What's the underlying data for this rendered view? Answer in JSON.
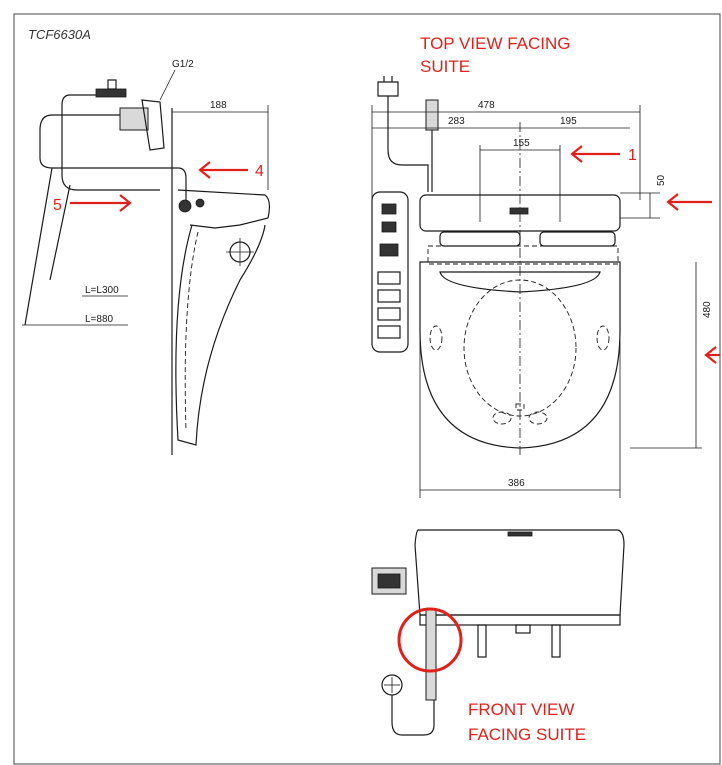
{
  "model_code": "TCF6630A",
  "labels": {
    "top_view_line1": "TOP VIEW FACING",
    "top_view_line2": "SUITE",
    "front_view_line1": "FRONT VIEW",
    "front_view_line2": "FACING SUITE",
    "pipe_thread": "G1/2",
    "hose_length_1": "L=L300",
    "hose_length_2": "L=880"
  },
  "dimensions": {
    "side_depth": "188",
    "overall_width": "478",
    "left_width": "283",
    "right_width": "195",
    "mount_spacing": "155",
    "front_offset": "50",
    "seat_length": "480",
    "seat_width": "386"
  },
  "callouts": {
    "one": "1",
    "four": "4",
    "five": "5"
  },
  "colors": {
    "annotation": "#e0201b",
    "line": "#1a1a1a",
    "frame": "#444444"
  }
}
